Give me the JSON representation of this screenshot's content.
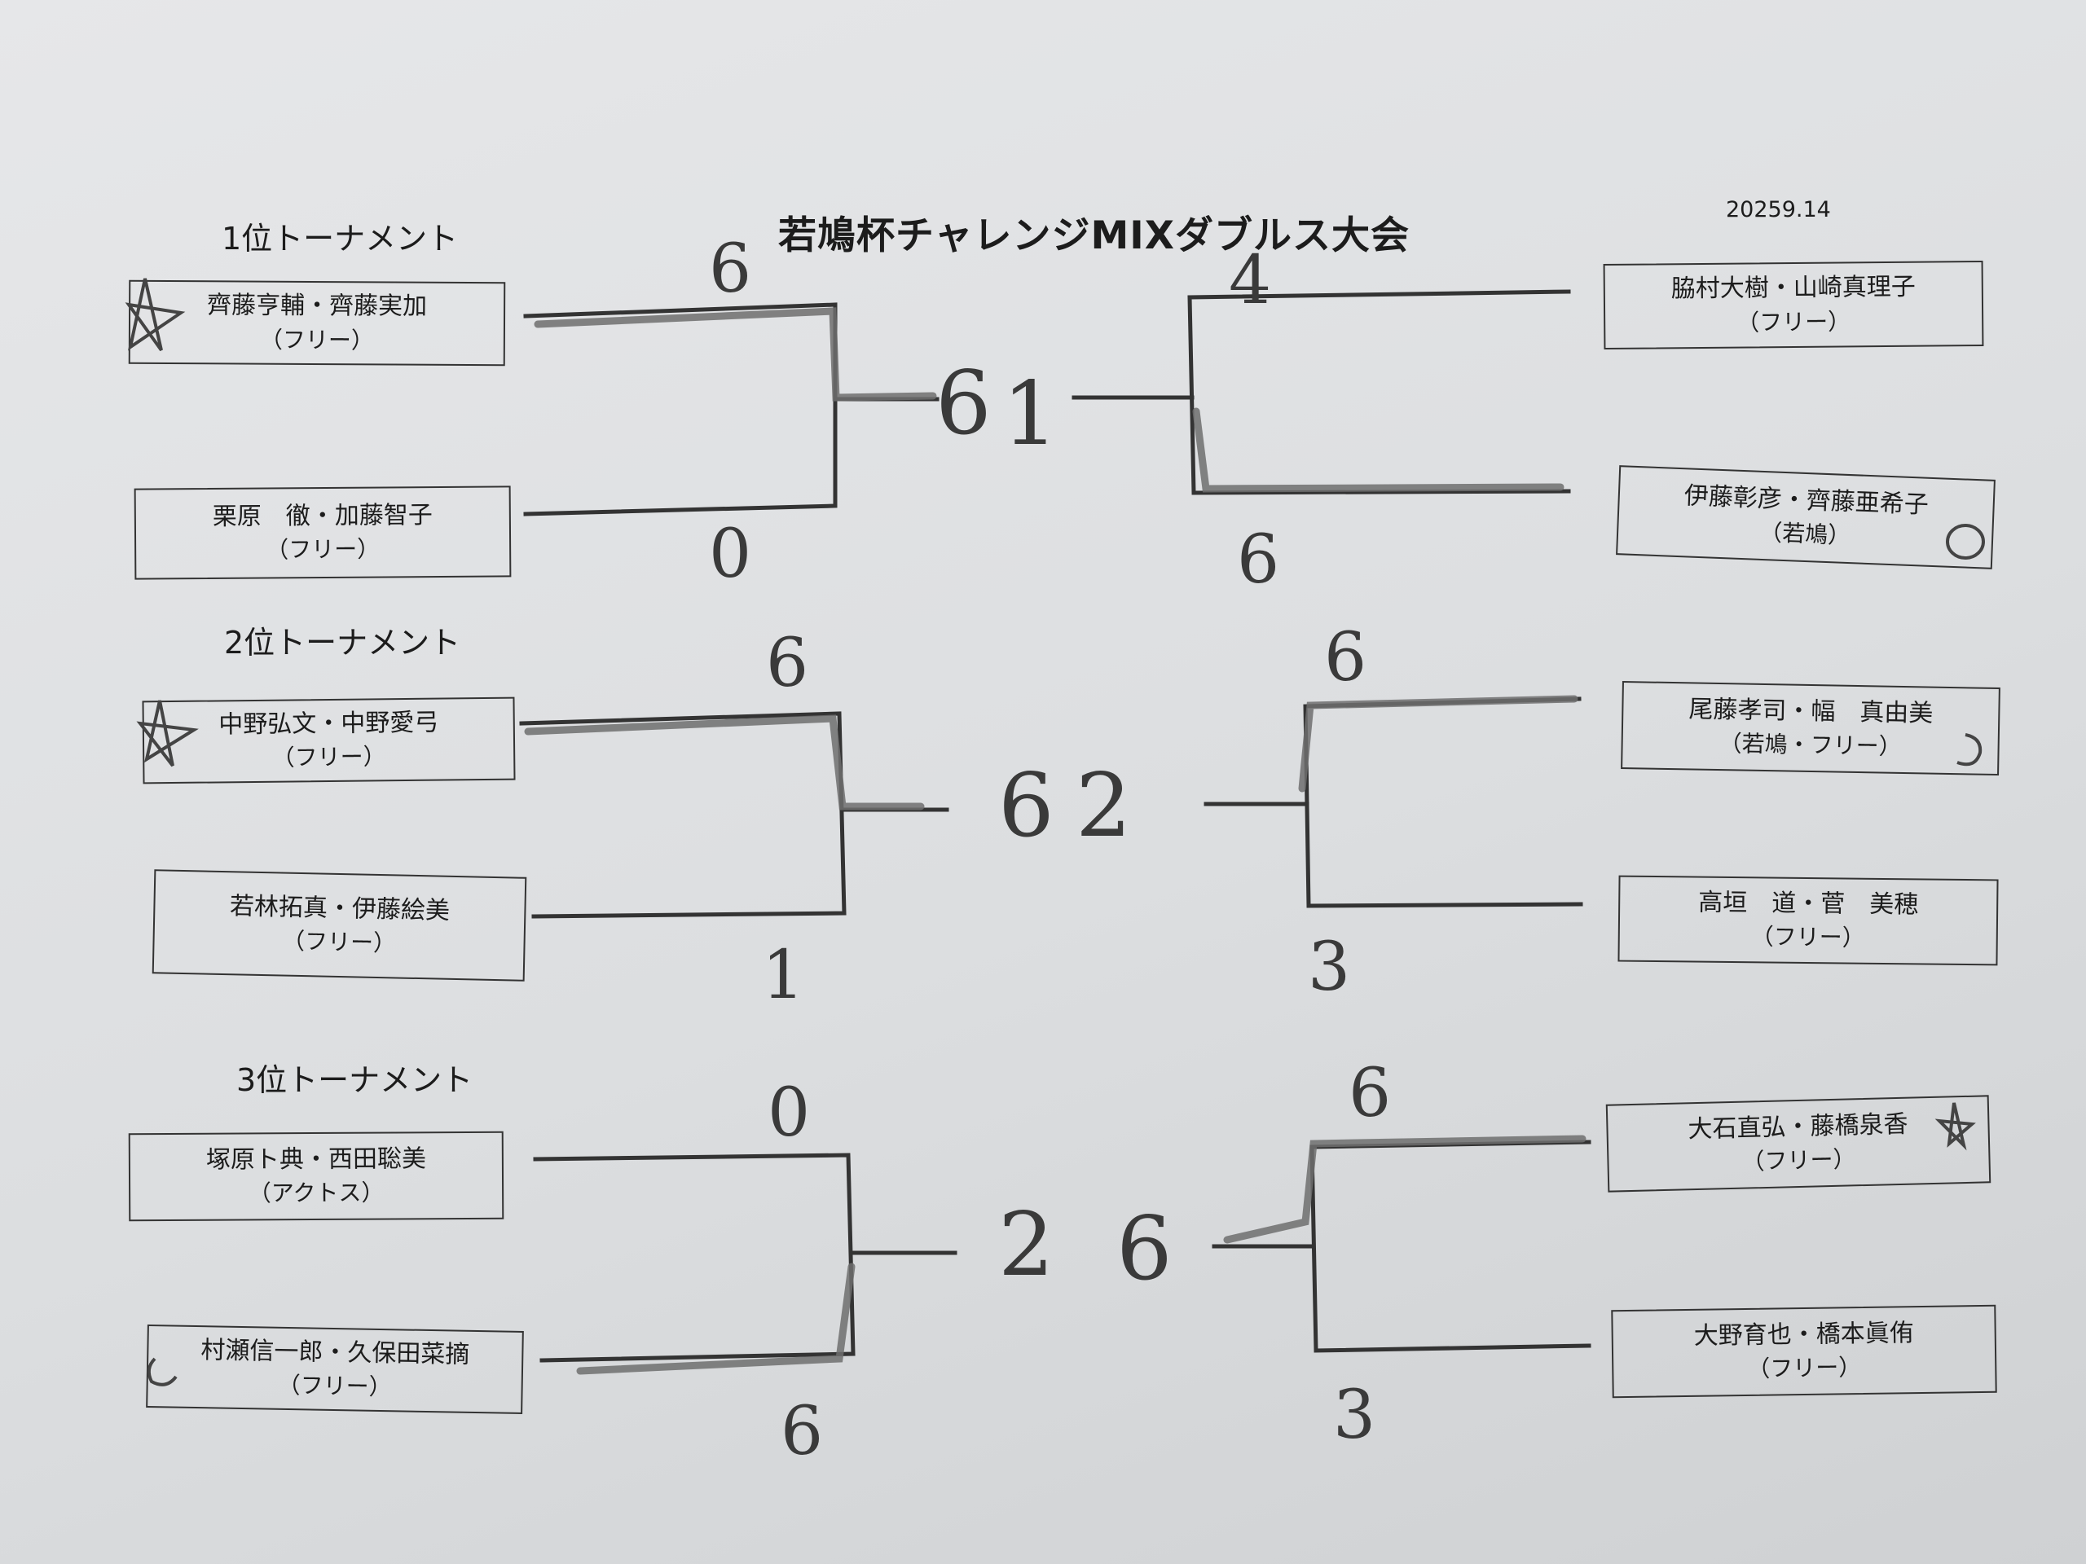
{
  "title": "若鳩杯チャレンジMIXダブルス大会",
  "date": "20259.14",
  "sections": [
    {
      "label": "1位トーナメント",
      "left": {
        "top": {
          "names": "齊藤亨輔・齊藤実加",
          "club": "（フリー）",
          "score": "6"
        },
        "bottom": {
          "names": "栗原　徹・加藤智子",
          "club": "（フリー）",
          "score": "0"
        }
      },
      "final": {
        "left": "6",
        "right": "1"
      },
      "right": {
        "top": {
          "names": "脇村大樹・山崎真理子",
          "club": "（フリー）",
          "score": "4"
        },
        "bottom": {
          "names": "伊藤彰彦・齊藤亜希子",
          "club": "（若鳩）",
          "score": "6"
        }
      }
    },
    {
      "label": "2位トーナメント",
      "left": {
        "top": {
          "names": "中野弘文・中野愛弓",
          "club": "（フリー）",
          "score": "6"
        },
        "bottom": {
          "names": "若林拓真・伊藤絵美",
          "club": "（フリー）",
          "score": "1"
        }
      },
      "final": {
        "left": "6",
        "right": "2"
      },
      "right": {
        "top": {
          "names": "尾藤孝司・幅　真由美",
          "club": "（若鳩・フリー）",
          "score": "6"
        },
        "bottom": {
          "names": "高垣　道・菅　美穂",
          "club": "（フリー）",
          "score": "3"
        }
      }
    },
    {
      "label": "3位トーナメント",
      "left": {
        "top": {
          "names": "塚原ト典・西田聡美",
          "club": "（アクトス）",
          "score": "0"
        },
        "bottom": {
          "names": "村瀬信一郎・久保田菜摘",
          "club": "（フリー）",
          "score": "6"
        }
      },
      "final": {
        "left": "2",
        "right": "6"
      },
      "right": {
        "top": {
          "names": "大石直弘・藤橋泉香",
          "club": "（フリー）",
          "score": "6"
        },
        "bottom": {
          "names": "大野育也・橋本眞侑",
          "club": "（フリー）",
          "score": "3"
        }
      }
    }
  ],
  "colors": {
    "ink": "#333333",
    "winner_marker": "#6e6e6e",
    "handwriting": "#3a3a3a"
  },
  "marks": [
    "star-icon",
    "circle-icon"
  ]
}
